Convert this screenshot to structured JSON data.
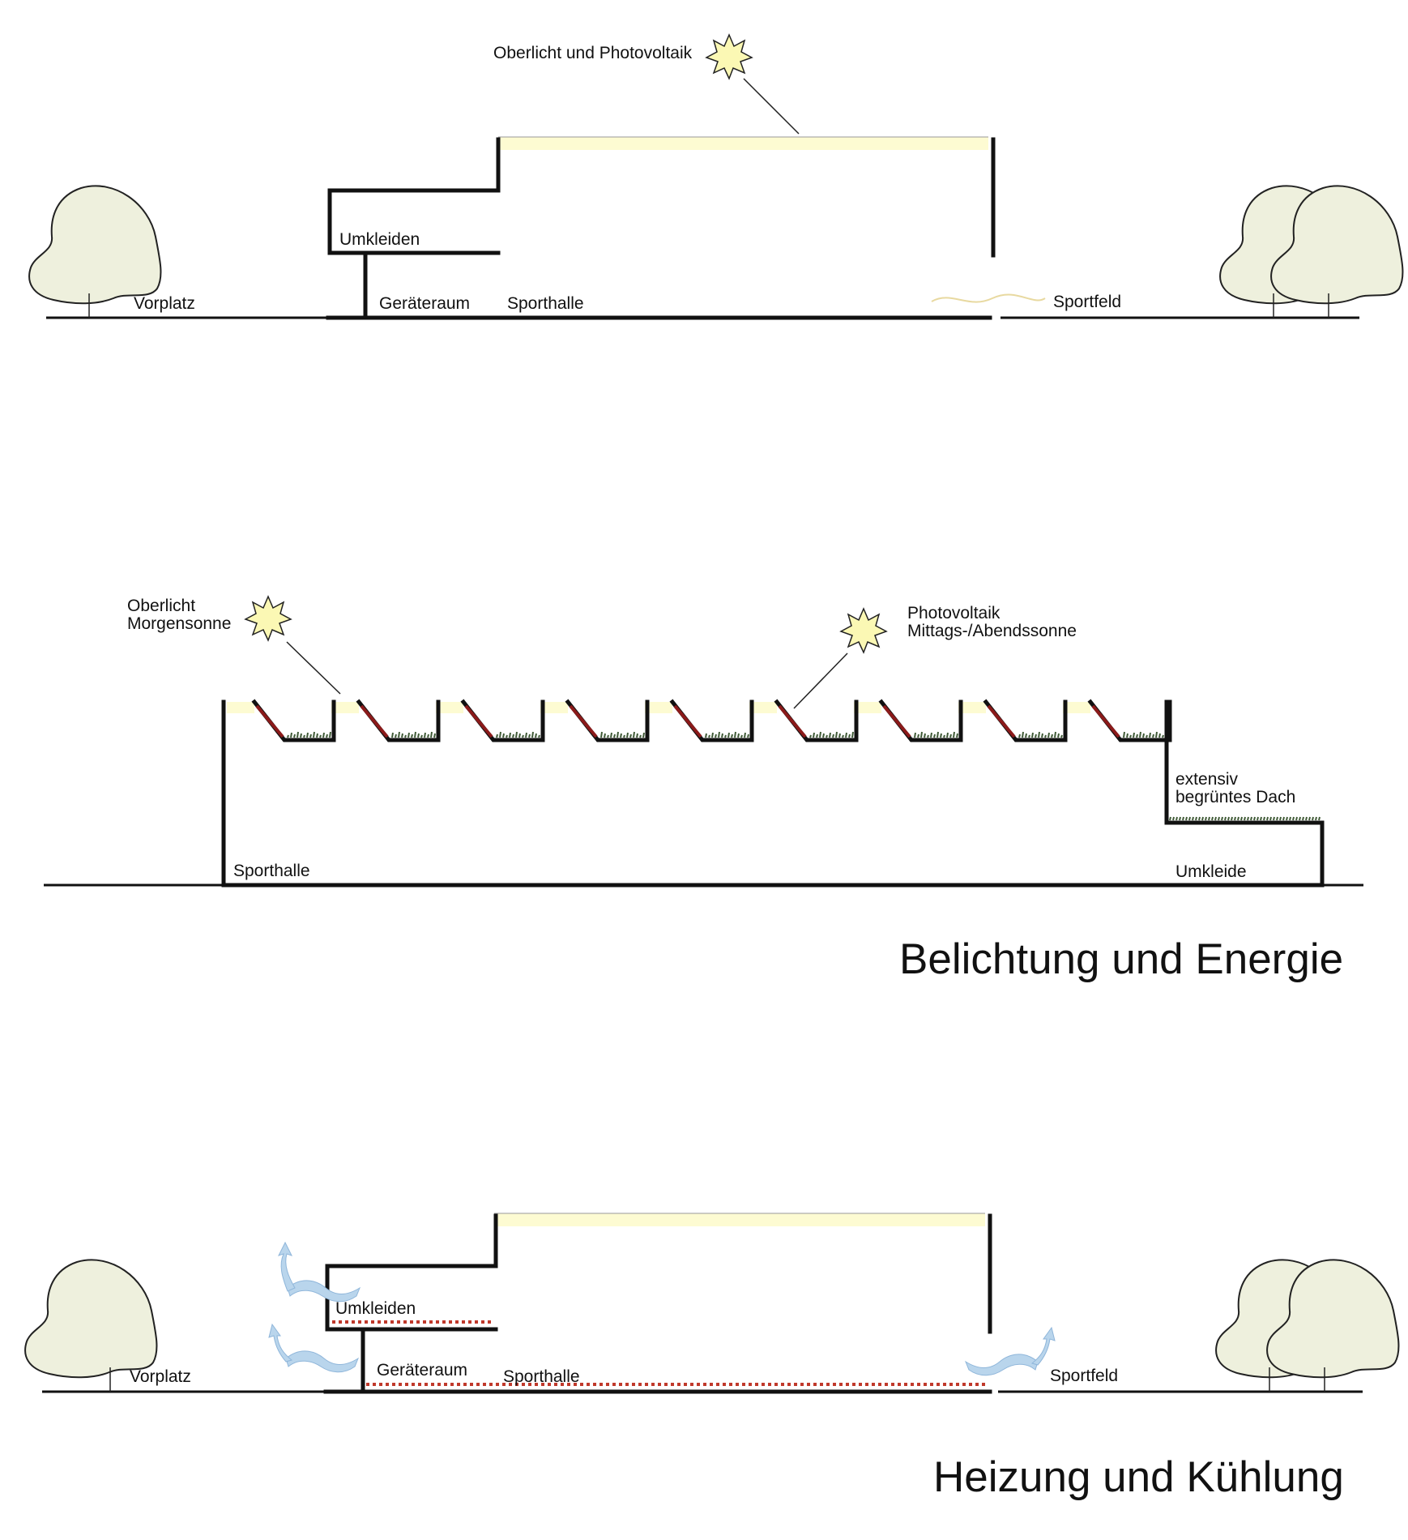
{
  "section1": {
    "skylight_label": "Oberlicht und Photovoltaik",
    "changing_label": "Umkleiden",
    "forecourt_label": "Vorplatz",
    "equipment_label": "Geräteraum",
    "hall_label": "Sporthalle",
    "field_label": "Sportfeld"
  },
  "section2": {
    "skylight_label_line1": "Oberlicht",
    "skylight_label_line2": "Morgensonne",
    "pv_label_line1": "Photovoltaik",
    "pv_label_line2": "Mittags-/Abendssonne",
    "green_roof_line1": "extensiv",
    "green_roof_line2": "begrüntes Dach",
    "hall_label": "Sporthalle",
    "changing_label": "Umkleide"
  },
  "title1": "Belichtung und Energie",
  "section3": {
    "changing_label": "Umkleiden",
    "forecourt_label": "Vorplatz",
    "equipment_label": "Geräteraum",
    "hall_label": "Sporthalle",
    "field_label": "Sportfeld"
  },
  "title2": "Heizung und Kühlung",
  "colors": {
    "skylight": "#fdfbd2",
    "heating": "#c0392b",
    "airflow": "#b9d5ec",
    "pv_panel": "#8b1a1a",
    "vegetation": "#3f5a36",
    "tree_fill": "#eef0dd"
  },
  "icons": [
    "sun-icon",
    "tree-icon",
    "airflow-icon"
  ]
}
